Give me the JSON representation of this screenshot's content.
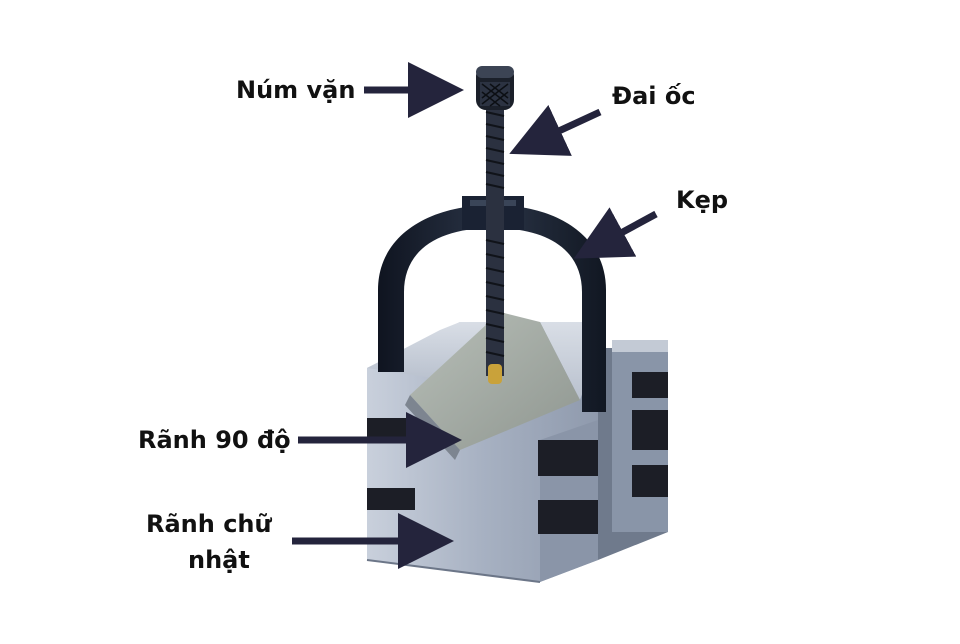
{
  "labels": {
    "knob": "Núm vặn",
    "nut": "Đai ốc",
    "clamp": "Kẹp",
    "groove90": "Rãnh 90 độ",
    "rect_slot_line1": "Rãnh chữ",
    "rect_slot_line2": "nhật"
  },
  "colors": {
    "arrow": "#24243c",
    "label": "#111111",
    "clamp": "#1a2233",
    "block": "#9aa6b8",
    "slot": "#1c1e26"
  },
  "icons": [
    "arrow-icon"
  ]
}
